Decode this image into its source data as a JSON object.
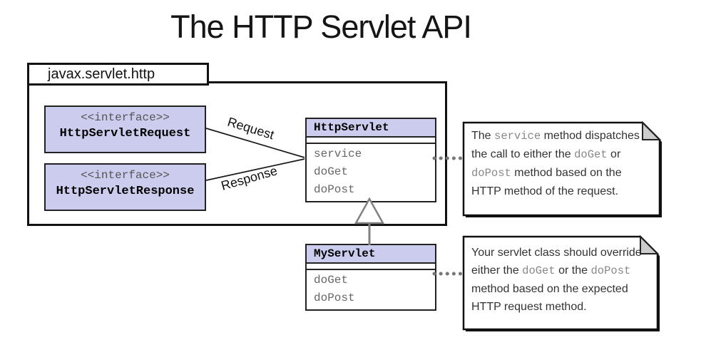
{
  "title": "The HTTP Servlet API",
  "package": {
    "name": "javax.servlet.http"
  },
  "interfaces": [
    {
      "stereotype": "<<interface>>",
      "name": "HttpServletRequest"
    },
    {
      "stereotype": "<<interface>>",
      "name": "HttpServletResponse"
    }
  ],
  "classes": [
    {
      "name": "HttpServlet",
      "methods": [
        "service",
        "doGet",
        "doPost"
      ]
    },
    {
      "name": "MyServlet",
      "methods": [
        "doGet",
        "doPost"
      ]
    }
  ],
  "edges": {
    "request_label": "Request",
    "response_label": "Response"
  },
  "notes": [
    {
      "segments": [
        {
          "text": "The ",
          "code": false
        },
        {
          "text": "service",
          "code": true
        },
        {
          "text": " method dispatches the call to either the ",
          "code": false
        },
        {
          "text": "doGet",
          "code": true
        },
        {
          "text": " or ",
          "code": false
        },
        {
          "text": "doPost",
          "code": true
        },
        {
          "text": " method based on the HTTP method of the request.",
          "code": false
        }
      ]
    },
    {
      "segments": [
        {
          "text": "Your servlet class should override either the ",
          "code": false
        },
        {
          "text": "doGet",
          "code": true
        },
        {
          "text": " or the ",
          "code": false
        },
        {
          "text": "doPost",
          "code": true
        },
        {
          "text": " method based on the expected HTTP request method.",
          "code": false
        }
      ]
    }
  ],
  "colors": {
    "box_fill": "#ccccee",
    "border": "#111111",
    "muted_text": "#666666",
    "code_text": "#888888",
    "connector_gray": "#808080",
    "fold_fill": "#cccccc"
  }
}
